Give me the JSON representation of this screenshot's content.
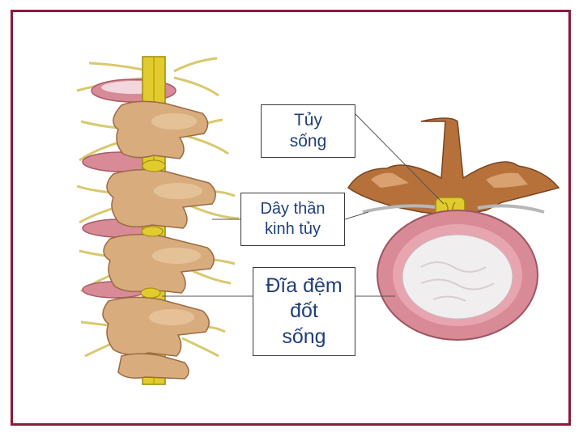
{
  "labels": {
    "spinal_cord": "Tủy\nsống",
    "spinal_nerve": "Dây thần\nkinh tủy",
    "disc": "Đĩa đệm\nđốt\nsống"
  },
  "colors": {
    "frame": "#8b1a3a",
    "label_text": "#1f3f7a",
    "bone": "#d9ac7e",
    "bone_dark": "#9b6a43",
    "disc_outer": "#d88a96",
    "disc_inner": "#f1eef0",
    "cord": "#e1cb2e",
    "nerve": "#d8c96e"
  }
}
